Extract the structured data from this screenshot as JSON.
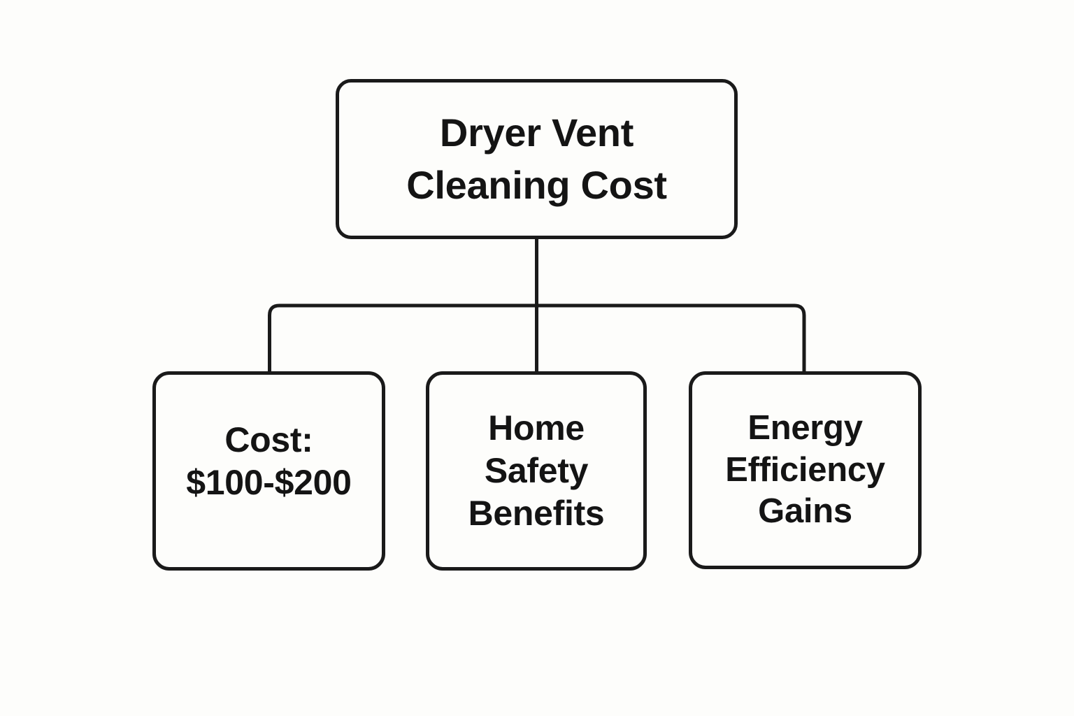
{
  "diagram": {
    "type": "hierarchy-tree",
    "orientation": "top-down",
    "background_color": "#fdfdfb",
    "stroke_color": "#1a1a1a",
    "text_color": "#141414",
    "root": {
      "label": "Dryer Vent\nCleaning Cost",
      "lines": [
        "Dryer Vent",
        "Cleaning Cost"
      ]
    },
    "children": [
      {
        "label": "Cost:\n$100-$200",
        "lines": [
          "Cost:",
          "$100-$200"
        ]
      },
      {
        "label": "Home\nSafety\nBenefits",
        "lines": [
          "Home",
          "Safety",
          "Benefits"
        ]
      },
      {
        "label": "Energy\nEfficiency\nGains",
        "lines": [
          "Energy",
          "Efficiency",
          "Gains"
        ]
      }
    ]
  }
}
